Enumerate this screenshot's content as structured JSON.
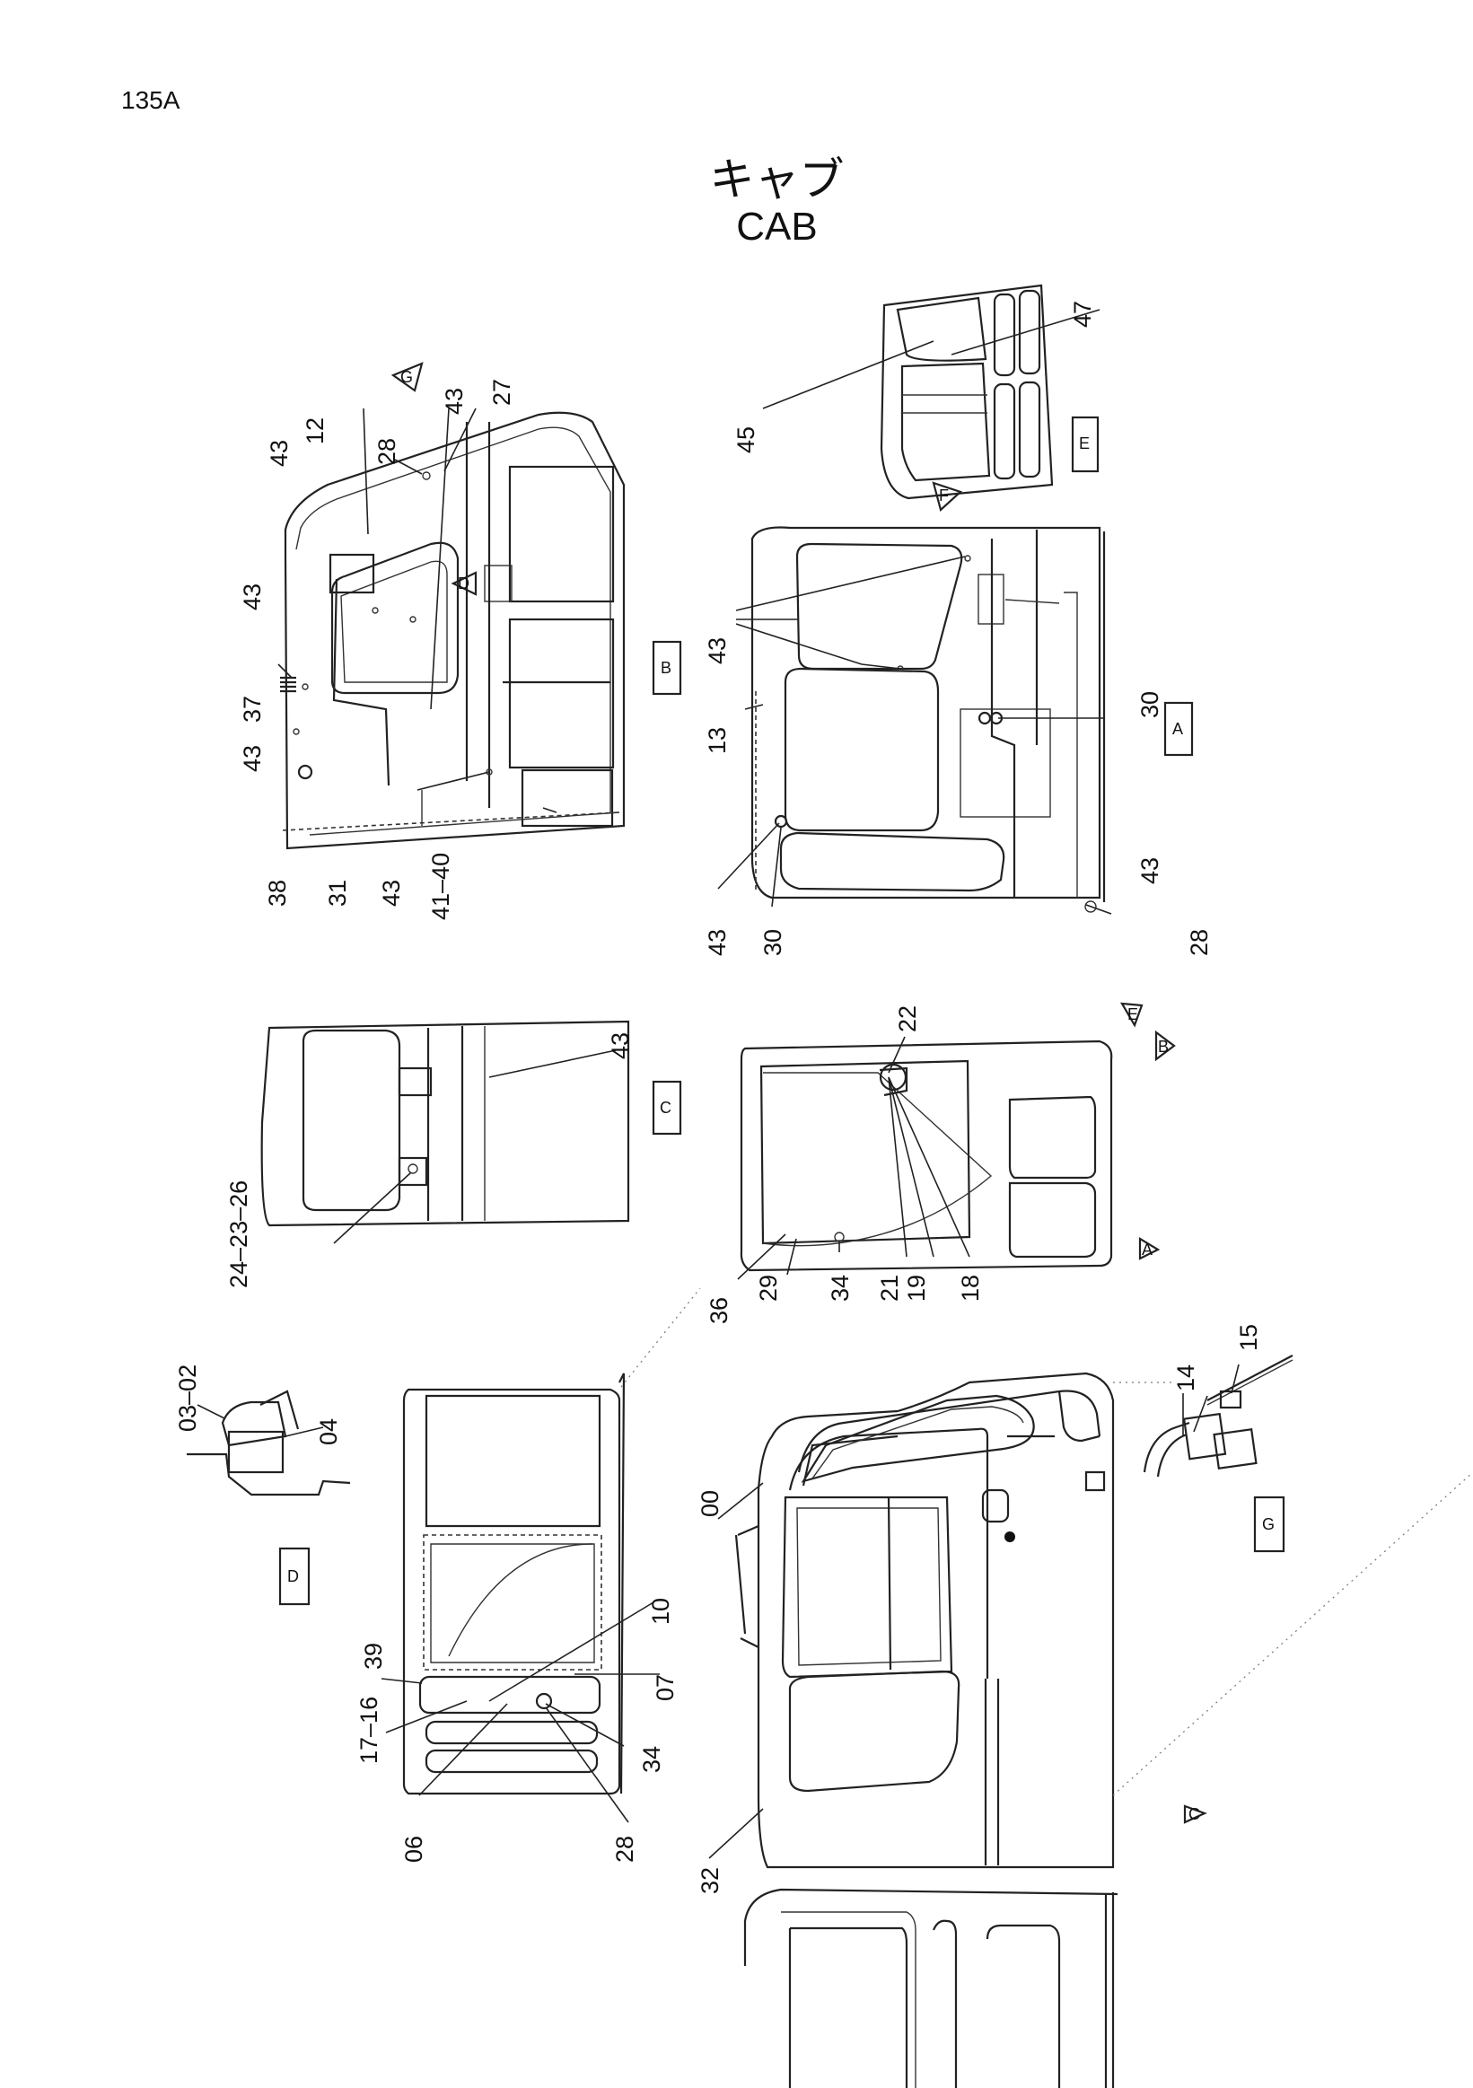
{
  "page_code": "135A",
  "title": {
    "japanese": "キャブ",
    "english": "CAB"
  },
  "view_tags": {
    "view_b": "B",
    "view_a": "A",
    "view_e": "E",
    "view_c": "C",
    "section_d": "D",
    "section_g": "G"
  },
  "arrow_marks": [
    "G",
    "D",
    "F",
    "E",
    "B",
    "A",
    "C"
  ],
  "callouts": {
    "c43_bl_top": "43",
    "c12": "12",
    "c28_bl": "28",
    "c43_bl_mid": "43",
    "c27": "27",
    "c43_bl_a": "43",
    "c37": "37",
    "c43_bl_b": "43",
    "c38": "38",
    "c31": "31",
    "c43_bl_c": "43",
    "c41_40": "41–40",
    "c45": "45",
    "c47": "47",
    "c13": "13",
    "c43_va": "43",
    "c30_a": "30",
    "c43_va_b": "43",
    "c30_b": "30",
    "c43_va_c": "43",
    "c28_va": "28",
    "c43_vc": "43",
    "c24_26": "24–23–26",
    "c22": "22",
    "c36": "36",
    "c29": "29",
    "c34_mid": "34",
    "c21": "21",
    "c19": "19",
    "c18": "18",
    "c03_02": "03–02",
    "c04": "04",
    "c39": "39",
    "c17_16": "17–16",
    "c10": "10",
    "c07": "07",
    "c34_low": "34",
    "c06": "06",
    "c28_low": "28",
    "c00": "00",
    "c14": "14",
    "c15": "15",
    "c32": "32"
  }
}
